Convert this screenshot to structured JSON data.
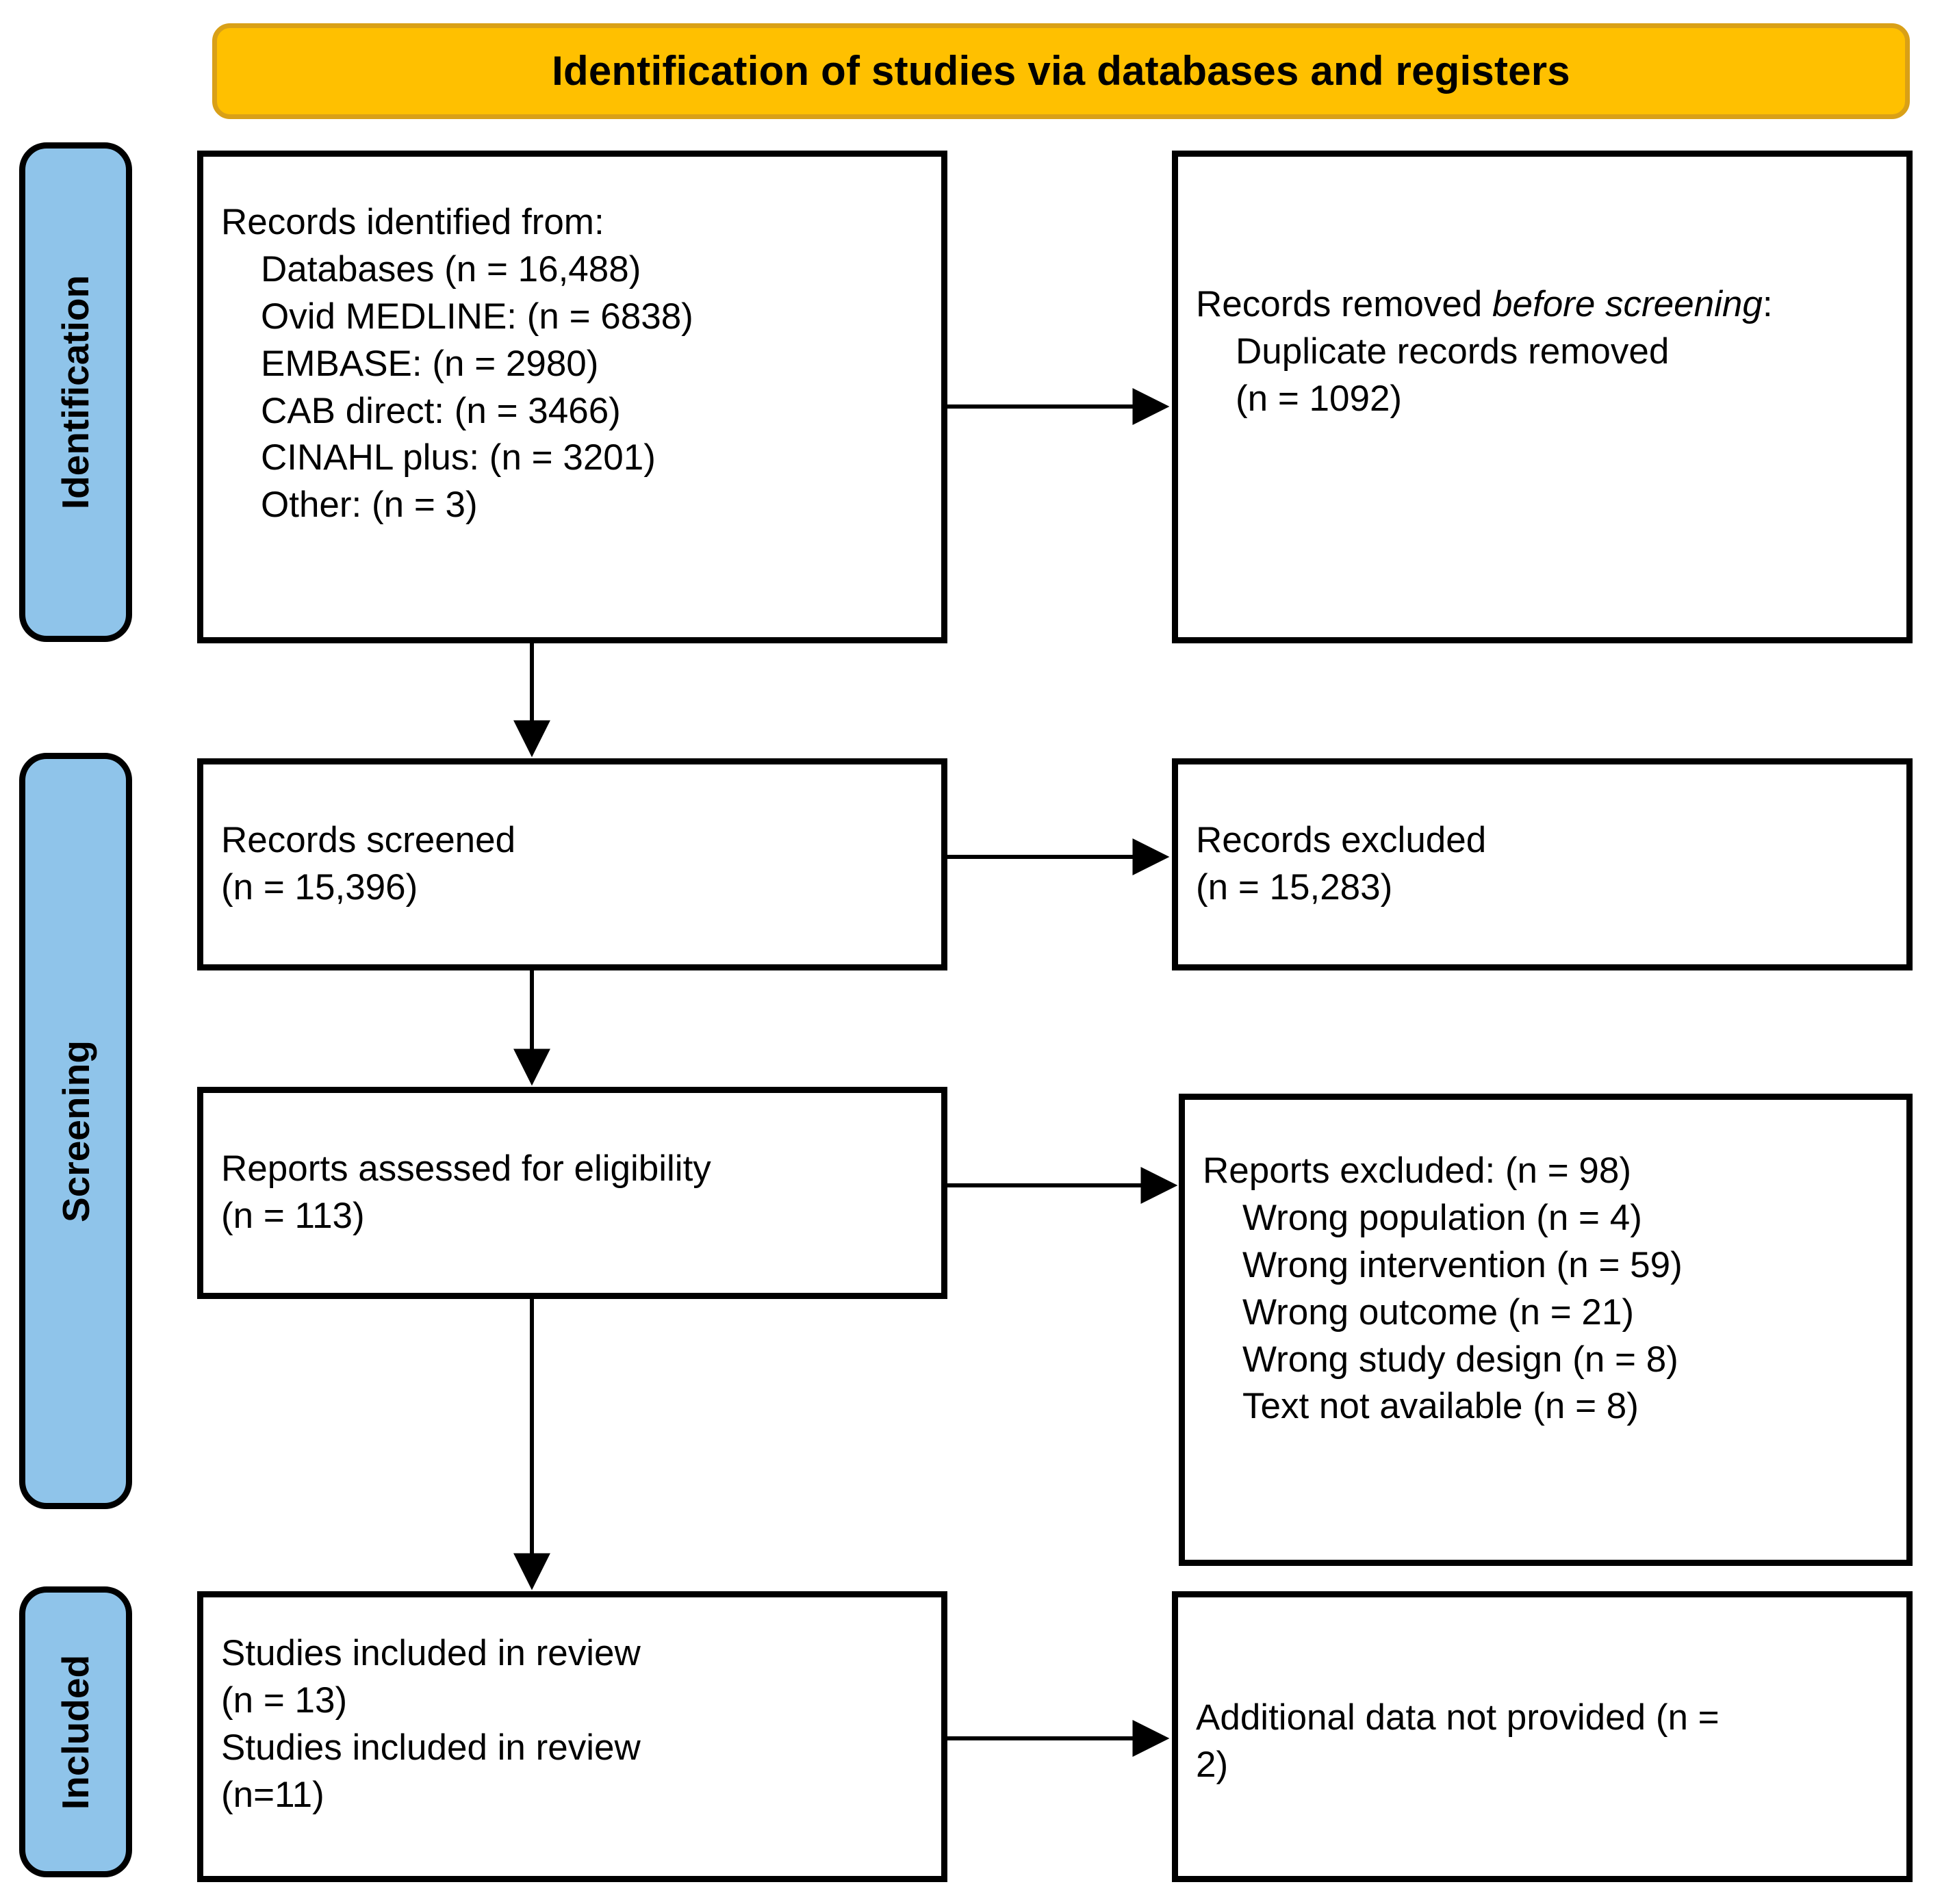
{
  "header": {
    "title": "Identification of studies via databases and registers"
  },
  "colors": {
    "banner_fill": "#FFC000",
    "banner_border": "#D9A017",
    "stage_fill": "#8FC4EA",
    "box_border": "#000000",
    "text": "#000000",
    "page_background": "#FFFFFF"
  },
  "stages": [
    {
      "id": "identification",
      "label": "Identification"
    },
    {
      "id": "screening",
      "label": "Screening"
    },
    {
      "id": "included",
      "label": "Included"
    }
  ],
  "boxes": {
    "records_identified": {
      "lines": [
        {
          "text": "Records identified from:",
          "indent": false
        },
        {
          "text": "Databases (n = 16,488)",
          "indent": true
        },
        {
          "text": "Ovid MEDLINE: (n = 6838)",
          "indent": true
        },
        {
          "text": "EMBASE: (n = 2980)",
          "indent": true
        },
        {
          "text": "CAB direct: (n = 3466)",
          "indent": true
        },
        {
          "text": "CINAHL plus: (n = 3201)",
          "indent": true
        },
        {
          "text": "Other: (n = 3)",
          "indent": true
        }
      ]
    },
    "records_removed": {
      "heading_prefix": "Records removed ",
      "heading_italic": "before screening",
      "heading_suffix": ":",
      "lines": [
        {
          "text": "Duplicate records removed",
          "indent": true
        },
        {
          "text": "(n = 1092)",
          "indent": true
        }
      ]
    },
    "records_screened": {
      "lines": [
        {
          "text": "Records screened",
          "indent": false
        },
        {
          "text": "(n = 15,396)",
          "indent": false
        }
      ]
    },
    "records_excluded": {
      "lines": [
        {
          "text": "Records excluded",
          "indent": false
        },
        {
          "text": "(n = 15,283)",
          "indent": false
        }
      ]
    },
    "reports_eligibility": {
      "lines": [
        {
          "text": "Reports assessed for eligibility",
          "indent": false
        },
        {
          "text": "(n = 113)",
          "indent": false
        }
      ]
    },
    "reports_excluded": {
      "lines": [
        {
          "text": "Reports excluded: (n = 98)",
          "indent": false
        },
        {
          "text": "Wrong population (n = 4)",
          "indent": true
        },
        {
          "text": "Wrong intervention (n = 59)",
          "indent": true
        },
        {
          "text": "Wrong outcome (n = 21)",
          "indent": true
        },
        {
          "text": "Wrong study design (n = 8)",
          "indent": true
        },
        {
          "text": "Text not available (n = 8)",
          "indent": true
        }
      ]
    },
    "studies_included": {
      "lines": [
        {
          "text": "Studies included in review",
          "indent": false
        },
        {
          "text": "(n = 13)",
          "indent": false
        },
        {
          "text": "Studies included in review",
          "indent": false
        },
        {
          "text": "(n=11)",
          "indent": false
        }
      ]
    },
    "additional_data": {
      "lines": [
        {
          "text": "Additional data not provided (n =",
          "indent": false
        },
        {
          "text": "2)",
          "indent": false
        }
      ]
    }
  },
  "chart_data": {
    "type": "diagram",
    "title": "Identification of studies via databases and registers",
    "flow": [
      {
        "stage": "Identification",
        "node": "Records identified from: Databases (n = 16,488)",
        "n": 16488
      },
      {
        "stage": "Identification",
        "node": "Ovid MEDLINE",
        "n": 6838
      },
      {
        "stage": "Identification",
        "node": "EMBASE",
        "n": 2980
      },
      {
        "stage": "Identification",
        "node": "CAB direct",
        "n": 3466
      },
      {
        "stage": "Identification",
        "node": "CINAHL plus",
        "n": 3201
      },
      {
        "stage": "Identification",
        "node": "Other",
        "n": 3
      },
      {
        "stage": "Identification",
        "node": "Duplicate records removed before screening",
        "n": 1092
      },
      {
        "stage": "Screening",
        "node": "Records screened",
        "n": 15396
      },
      {
        "stage": "Screening",
        "node": "Records excluded",
        "n": 15283
      },
      {
        "stage": "Screening",
        "node": "Reports assessed for eligibility",
        "n": 113
      },
      {
        "stage": "Screening",
        "node": "Reports excluded",
        "n": 98
      },
      {
        "stage": "Screening",
        "node": "Wrong population",
        "n": 4
      },
      {
        "stage": "Screening",
        "node": "Wrong intervention",
        "n": 59
      },
      {
        "stage": "Screening",
        "node": "Wrong outcome",
        "n": 21
      },
      {
        "stage": "Screening",
        "node": "Wrong study design",
        "n": 8
      },
      {
        "stage": "Screening",
        "node": "Text not available",
        "n": 8
      },
      {
        "stage": "Included",
        "node": "Studies included in review",
        "n": 13
      },
      {
        "stage": "Included",
        "node": "Studies included in review",
        "n": 11
      },
      {
        "stage": "Included",
        "node": "Additional data not provided",
        "n": 2
      }
    ]
  }
}
